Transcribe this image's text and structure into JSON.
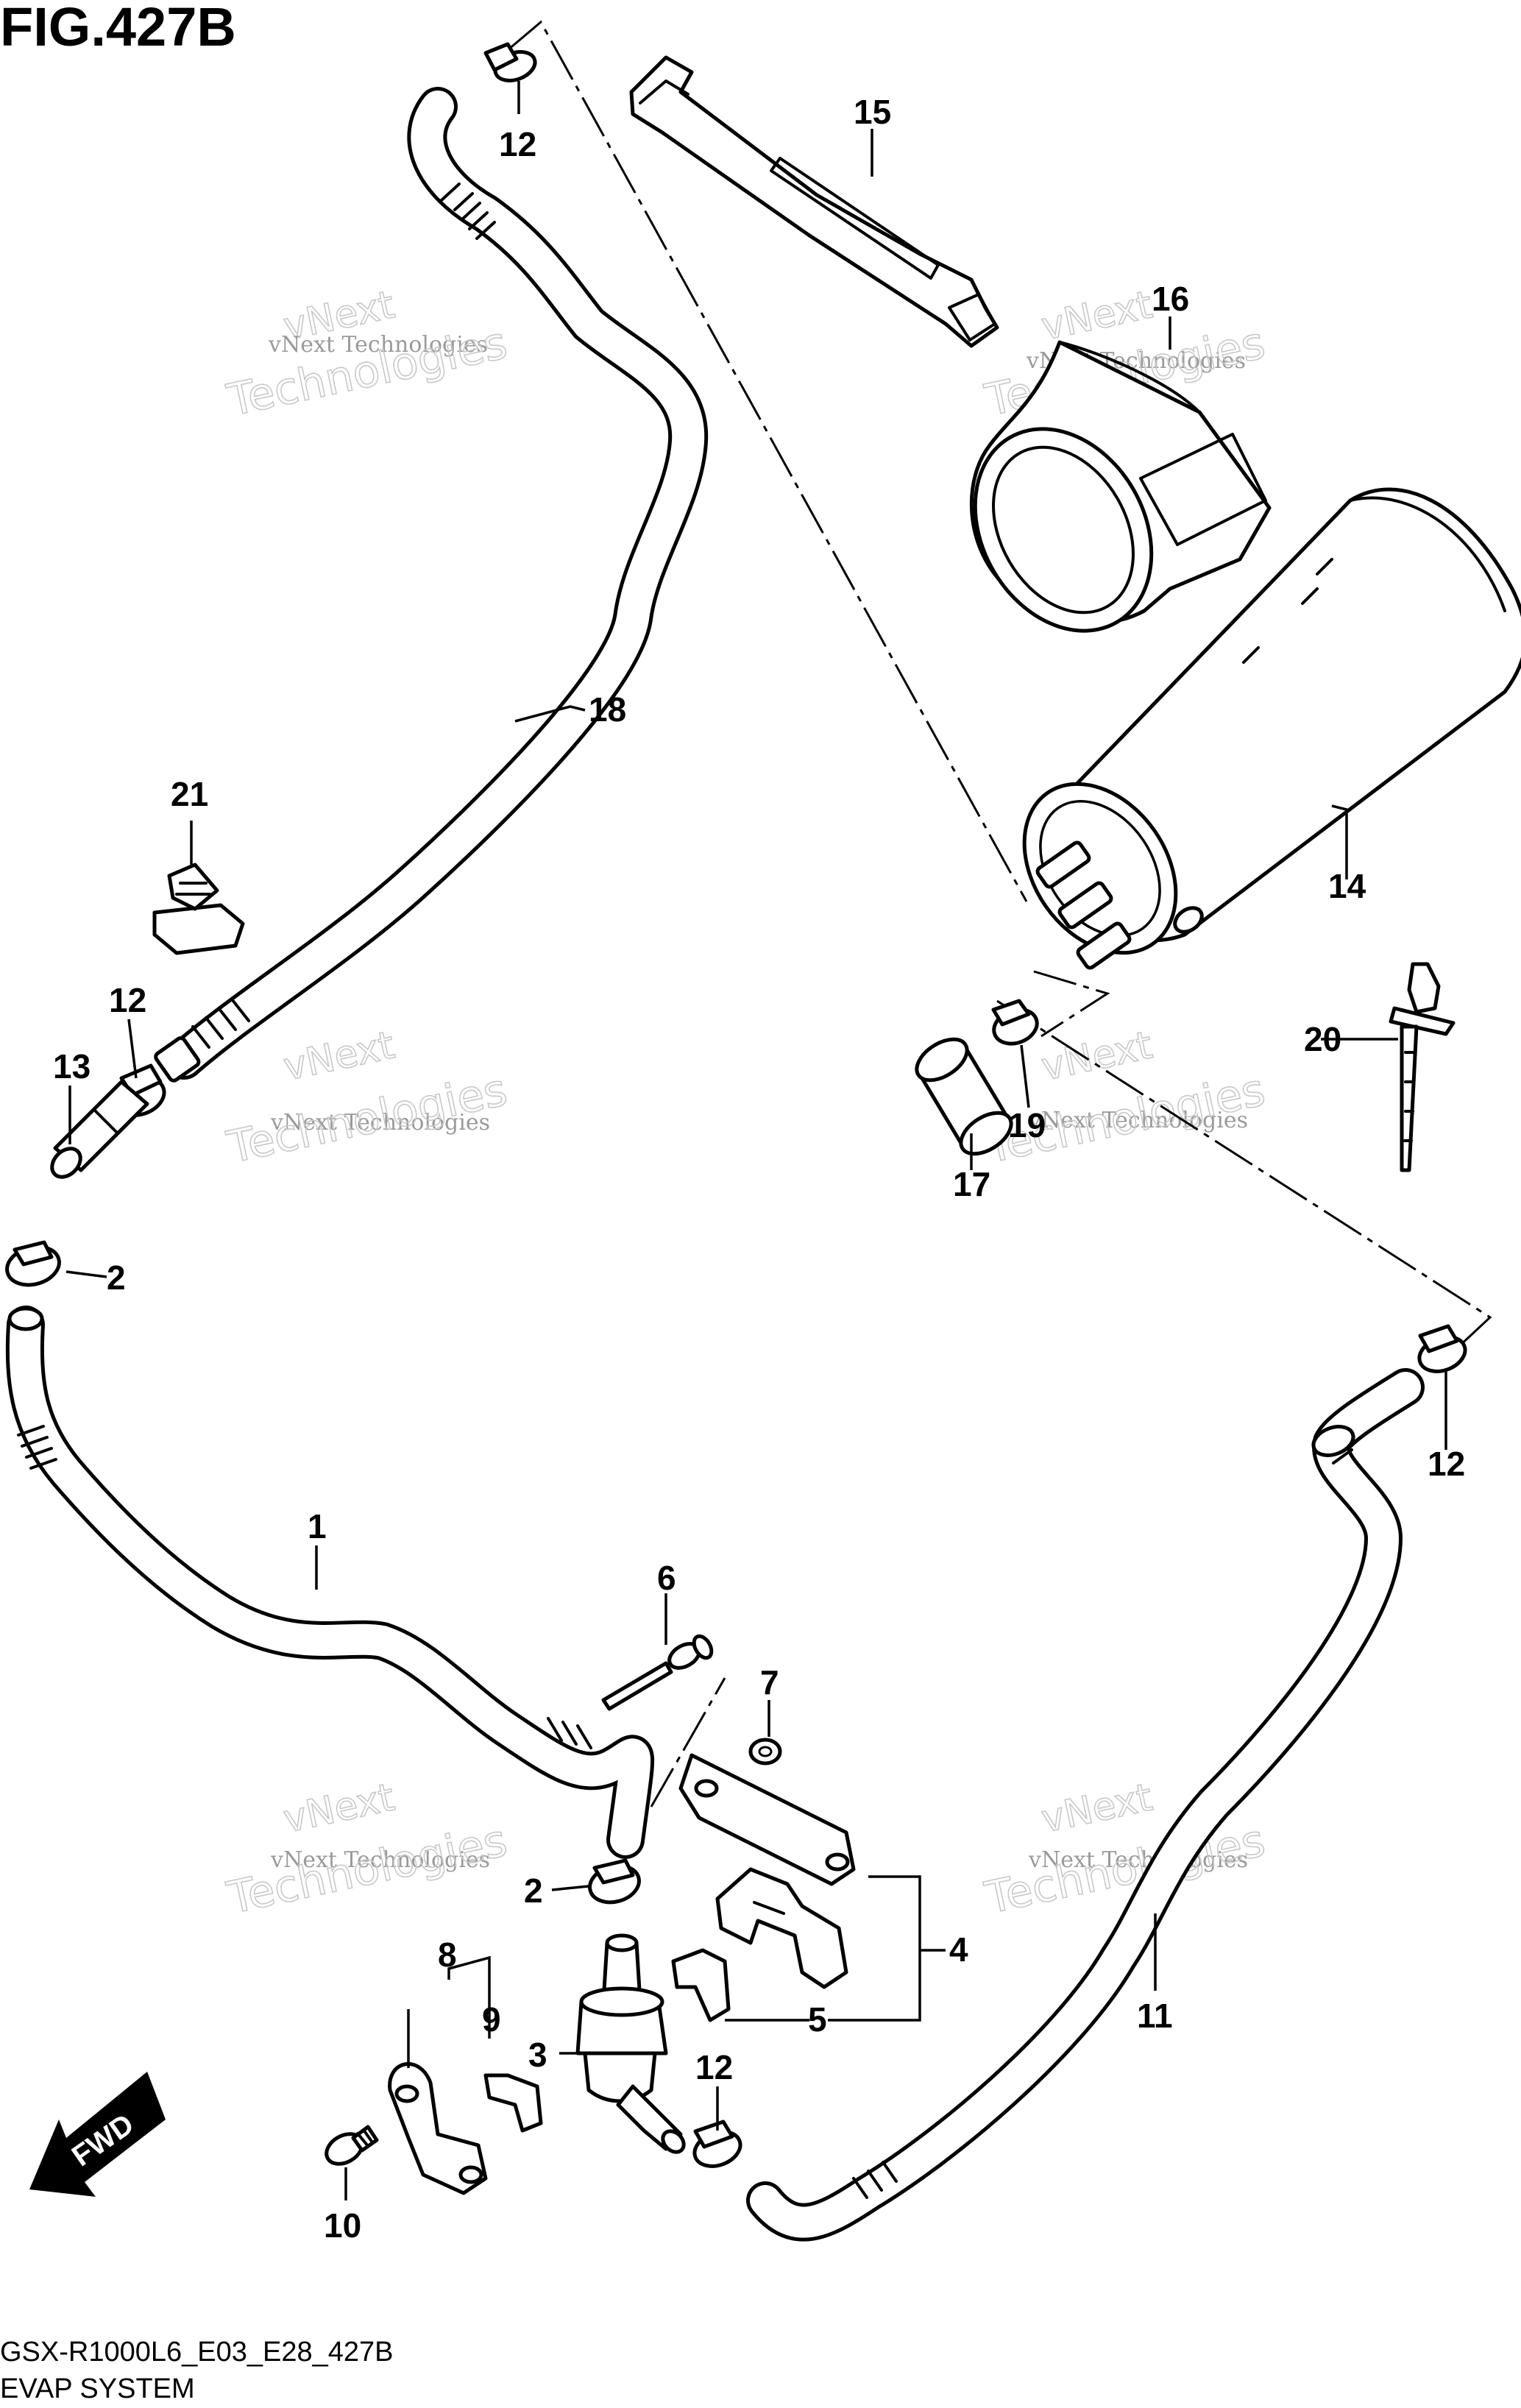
{
  "figure": {
    "title": "FIG.427B",
    "model_code": "GSX-R1000L6_E03_E28_427B",
    "section_name": "EVAP SYSTEM"
  },
  "watermark": {
    "line1": "vNext Technologies",
    "line2": "vNext",
    "line3": "Technologies"
  },
  "fwd_badge": "FWD",
  "callouts": {
    "c1": "1",
    "c2a": "2",
    "c2b": "2",
    "c3": "3",
    "c4": "4",
    "c5": "5",
    "c6": "6",
    "c7": "7",
    "c8": "8",
    "c9": "9",
    "c10": "10",
    "c11": "11",
    "c12a": "12",
    "c12b": "12",
    "c12c": "12",
    "c12d": "12",
    "c13": "13",
    "c14": "14",
    "c15": "15",
    "c16": "16",
    "c17": "17",
    "c18": "18",
    "c19": "19",
    "c20": "20",
    "c21": "21"
  }
}
